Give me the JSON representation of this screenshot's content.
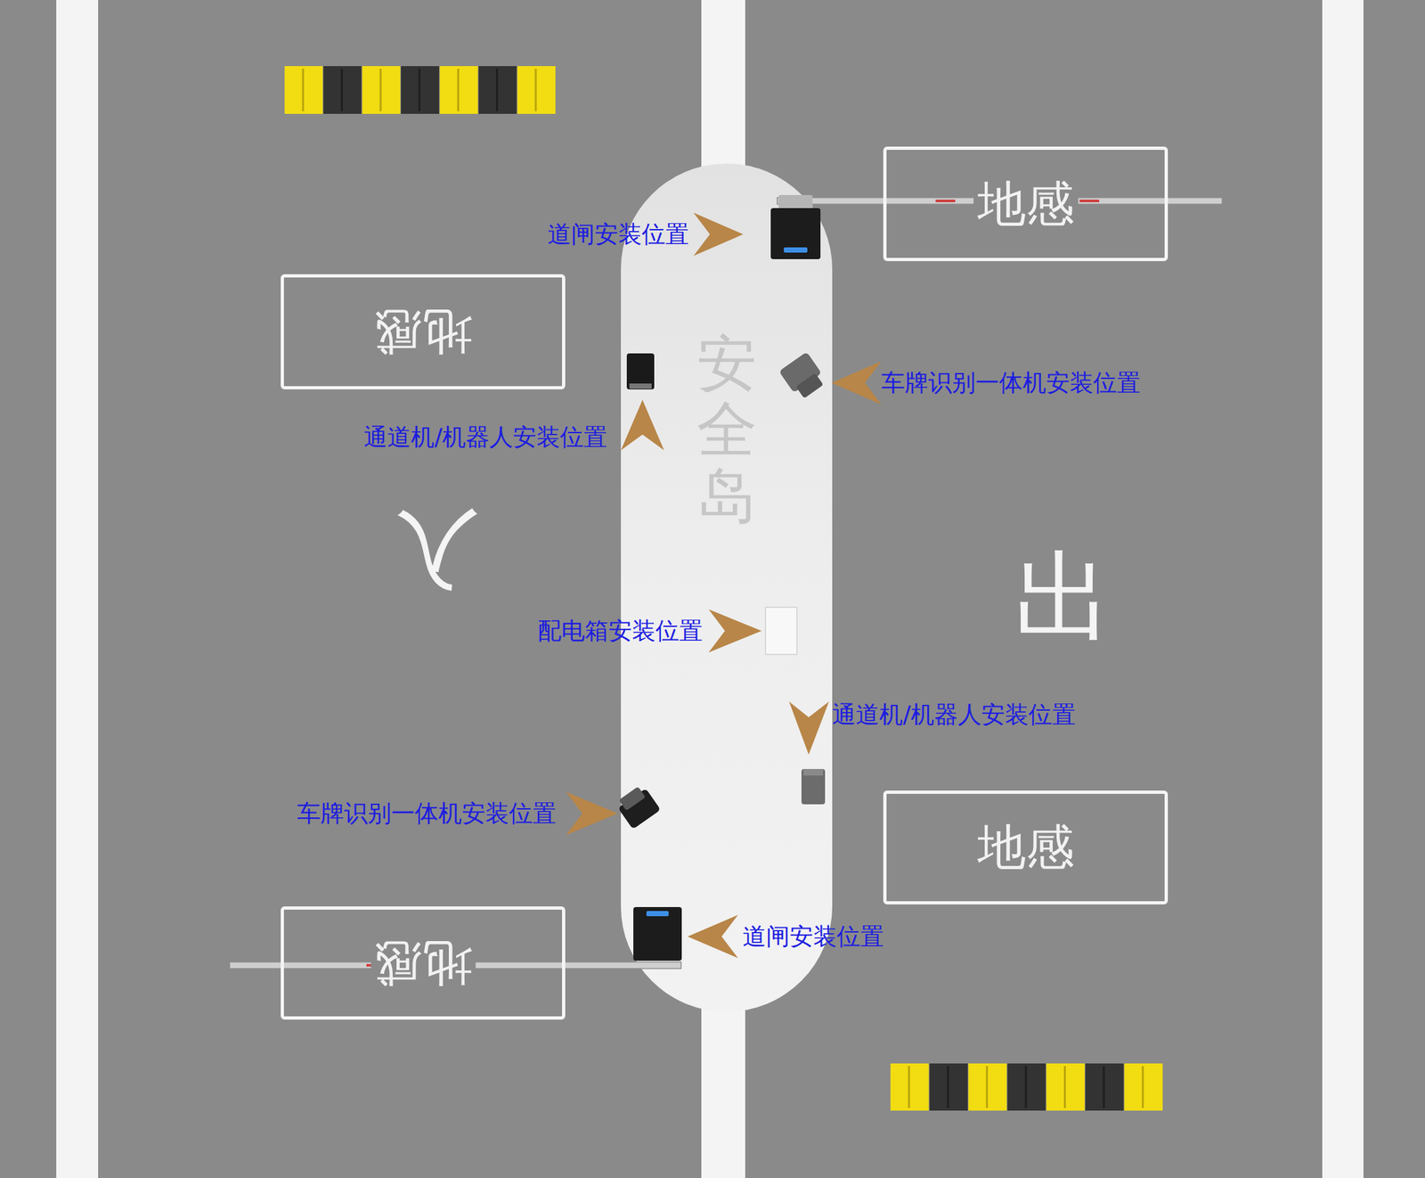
{
  "diagram": {
    "nodes": [
      {
        "text": [
          "地感"
        ]
      },
      {
        "text": [
          "地感"
        ]
      },
      {
        "text": [
          "安全岛"
        ]
      },
      {
        "text": [
          "地感"
        ]
      },
      {
        "text": [
          "地感"
        ]
      }
    ],
    "labels": [
      "道闸安装位置",
      "车牌识别一体机安装位置",
      "通道机/机器人安装位置",
      "入",
      "配电箱安装位置",
      "出",
      "通道机/机器人安装位置",
      "车牌识别一体机安装位置",
      "道闸安装位置"
    ]
  }
}
